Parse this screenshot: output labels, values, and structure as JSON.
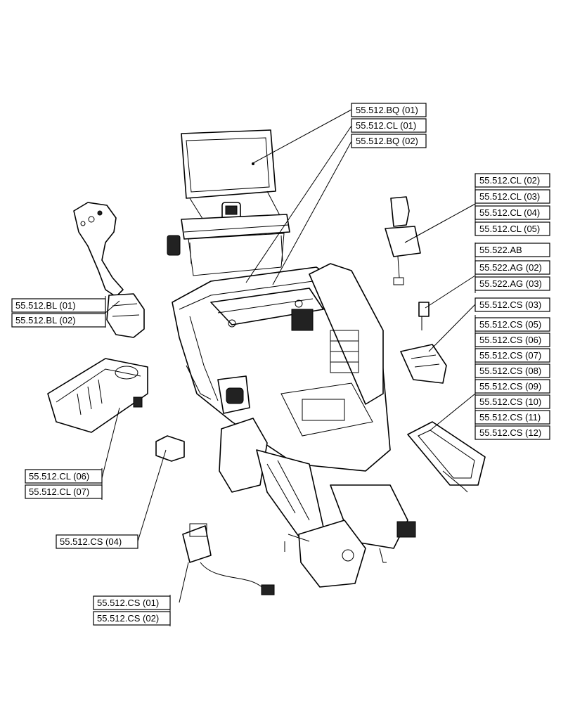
{
  "refs": {
    "bq01": "55.512.BQ (01)",
    "cl01": "55.512.CL (01)",
    "bq02": "55.512.BQ (02)",
    "cl02": "55.512.CL (02)",
    "cl03": "55.512.CL (03)",
    "cl04": "55.512.CL (04)",
    "cl05": "55.512.CL (05)",
    "ab": "55.522.AB",
    "ag02": "55.522.AG (02)",
    "ag03": "55.522.AG (03)",
    "cs03": "55.512.CS (03)",
    "cs05": "55.512.CS (05)",
    "cs06": "55.512.CS (06)",
    "cs07": "55.512.CS (07)",
    "cs08": "55.512.CS (08)",
    "cs09": "55.512.CS (09)",
    "cs10": "55.512.CS (10)",
    "cs11": "55.512.CS (11)",
    "cs12": "55.512.CS (12)",
    "bl01": "55.512.BL (01)",
    "bl02": "55.512.BL (02)",
    "cl06": "55.512.CL (06)",
    "cl07": "55.512.CL (07)",
    "cs04": "55.512.CS (04)",
    "cs01": "55.512.CS (01)",
    "cs02": "55.512.CS (02)"
  }
}
